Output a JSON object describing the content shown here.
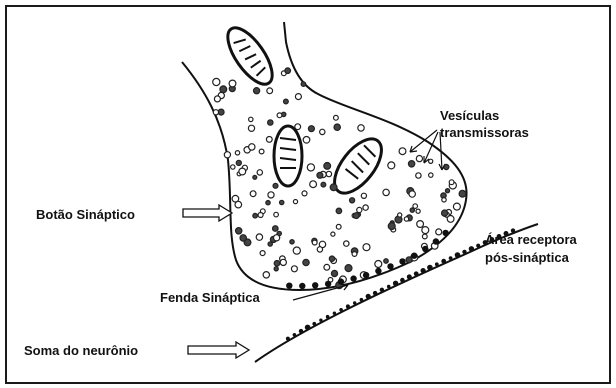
{
  "figure": {
    "labels": {
      "vesicles_line1": "Vesículas",
      "vesicles_line2": "transmissoras",
      "synaptic_button": "Botão Sináptico",
      "receptor_area_line1": "Área receptora",
      "receptor_area_line2": "pós-sináptica",
      "synaptic_cleft": "Fenda Sináptica",
      "neuron_soma": "Soma do neurônio"
    }
  }
}
